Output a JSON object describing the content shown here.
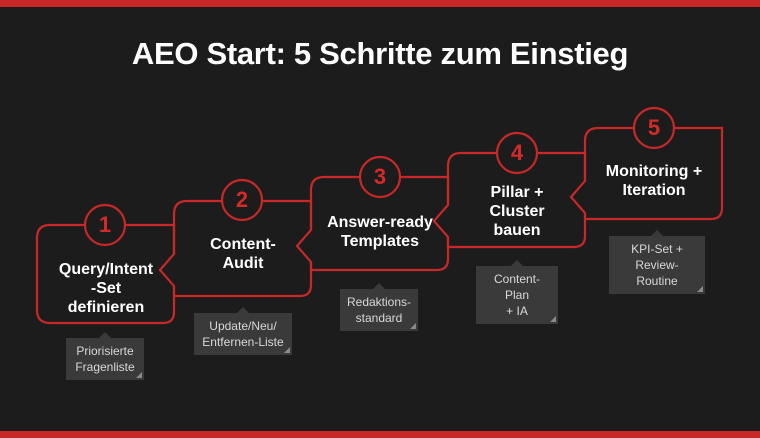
{
  "title": "AEO Start: 5 Schritte zum Einstieg",
  "colors": {
    "background": "#1c1c1c",
    "accent": "#c82828",
    "text": "#ffffff",
    "note_bg": "#3a3a3a"
  },
  "steps": [
    {
      "number": "1",
      "label_lines": [
        "Query/Intent",
        "-Set",
        "definieren"
      ],
      "note_lines": [
        "Priorisierte",
        "Fragenliste"
      ]
    },
    {
      "number": "2",
      "label_lines": [
        "Content-",
        "Audit"
      ],
      "note_lines": [
        "Update/Neu/",
        "Entfernen-Liste"
      ]
    },
    {
      "number": "3",
      "label_lines": [
        "Answer-ready",
        "Templates"
      ],
      "note_lines": [
        "Redaktions-",
        "standard"
      ]
    },
    {
      "number": "4",
      "label_lines": [
        "Pillar +",
        "Cluster",
        "bauen"
      ],
      "note_lines": [
        "Content-Plan",
        "+ IA"
      ]
    },
    {
      "number": "5",
      "label_lines": [
        "Monitoring +",
        "Iteration"
      ],
      "note_lines": [
        "KPI-Set +",
        "Review-Routine"
      ]
    }
  ]
}
